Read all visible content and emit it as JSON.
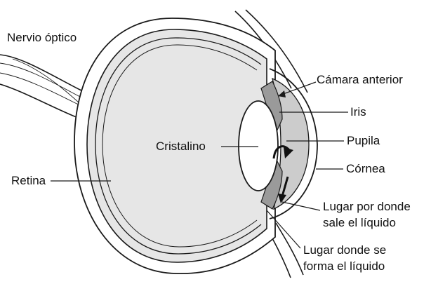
{
  "labels": {
    "optic_nerve": "Nervio óptico",
    "anterior_chamber": "Cámara anterior",
    "iris": "Iris",
    "lens": "Cristalino",
    "pupil": "Pupila",
    "cornea": "Córnea",
    "retina": "Retina",
    "fluid_exit_line1": "Lugar por donde",
    "fluid_exit_line2": "sale el líquido",
    "fluid_formation_line1": "Lugar donde se",
    "fluid_formation_line2": "forma el líquido"
  },
  "colors": {
    "outline": "#1a1a1a",
    "eyeball_fill": "#e6e6e6",
    "anterior_chamber_fill": "#cccccc",
    "iris_fill": "#9a9a9a",
    "lens_fill": "#ffffff",
    "background": "#ffffff"
  }
}
